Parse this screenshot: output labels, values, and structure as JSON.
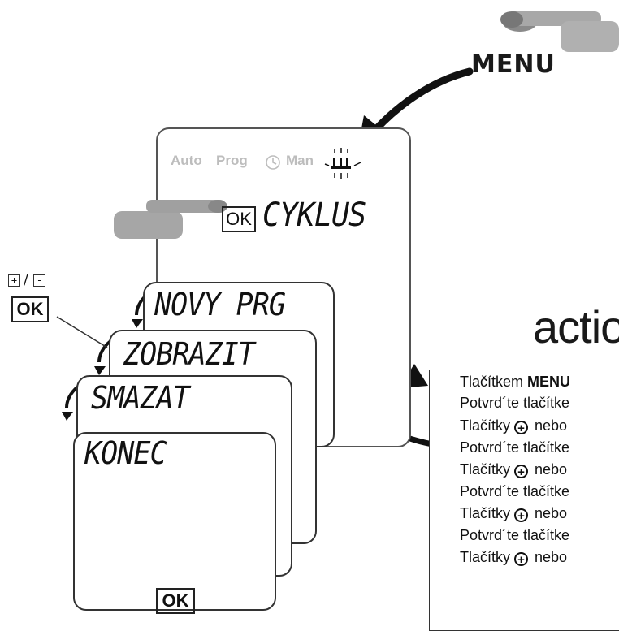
{
  "menu_button": {
    "label": "MENU"
  },
  "main_panel": {
    "status_items": [
      "Auto",
      "Prog",
      "Man"
    ],
    "ok_label": "OK",
    "cycle_label": "CYKLUS"
  },
  "side_keys": {
    "plus": "+",
    "slash": "/",
    "minus": "-",
    "ok": "OK"
  },
  "menu_cards": [
    "NOVY PRG",
    "ZOBRAZIT",
    "SMAZAT",
    "KONEC"
  ],
  "bottom_ok": "OK",
  "action_title": "actio",
  "instructions": {
    "lines": [
      {
        "prefix": "Tlačítkem ",
        "bold": "MENU",
        "rest": ""
      },
      {
        "prefix": "Potvrd´te tlačítke",
        "bold": "",
        "rest": ""
      },
      {
        "prefix": "Tlačítky ",
        "icon": "+",
        "rest": " nebo"
      },
      {
        "prefix": "Potvrd´te tlačítke",
        "bold": "",
        "rest": ""
      },
      {
        "prefix": "Tlačítky ",
        "icon": "+",
        "rest": " nebo"
      },
      {
        "prefix": "Potvrd´te tlačítke",
        "bold": "",
        "rest": ""
      },
      {
        "prefix": "Tlačítky ",
        "icon": "+",
        "rest": " nebo"
      },
      {
        "prefix": "Potvrd´te tlačítke",
        "bold": "",
        "rest": ""
      },
      {
        "prefix": "Tlačítky ",
        "icon": "+",
        "rest": " nebo"
      }
    ]
  },
  "colors": {
    "ink": "#111111",
    "faded": "#bdbdbd",
    "hand": "#9a9a9a"
  }
}
